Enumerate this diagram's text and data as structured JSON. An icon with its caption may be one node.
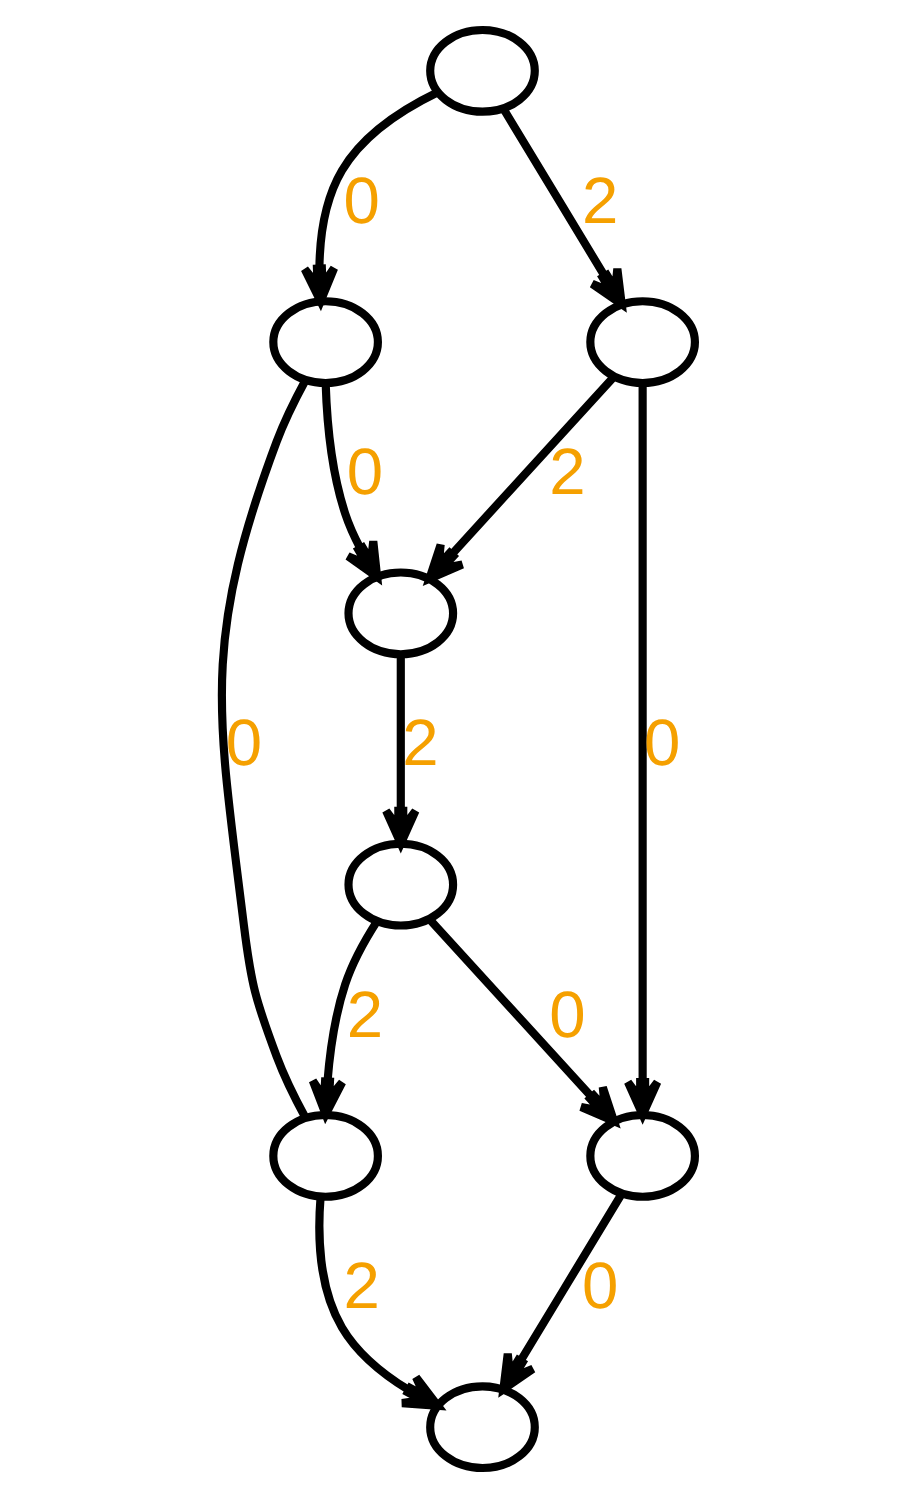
{
  "diagram": {
    "nodes": [
      {
        "text": [],
        "shape": "circle"
      },
      {
        "text": [],
        "shape": "circle"
      },
      {
        "text": [],
        "shape": "circle"
      },
      {
        "text": [],
        "shape": "circle"
      },
      {
        "text": [],
        "shape": "circle"
      },
      {
        "text": [],
        "shape": "circle"
      },
      {
        "text": [],
        "shape": "circle"
      },
      {
        "text": [],
        "shape": "circle"
      }
    ],
    "edges": [
      {
        "from": 0,
        "to": 1,
        "arrow": "to",
        "label": "0"
      },
      {
        "from": 0,
        "to": 2,
        "arrow": "to",
        "label": "2"
      },
      {
        "from": 1,
        "to": 3,
        "arrow": "to",
        "label": "0"
      },
      {
        "from": 2,
        "to": 3,
        "arrow": "to",
        "label": "2"
      },
      {
        "from": 1,
        "to": 5,
        "arrow": "none",
        "label": "0"
      },
      {
        "from": 2,
        "to": 6,
        "arrow": "to",
        "label": "0"
      },
      {
        "from": 3,
        "to": 4,
        "arrow": "to",
        "label": "2"
      },
      {
        "from": 4,
        "to": 5,
        "arrow": "to",
        "label": "2"
      },
      {
        "from": 4,
        "to": 6,
        "arrow": "to",
        "label": "0"
      },
      {
        "from": 5,
        "to": 7,
        "arrow": "to",
        "label": "2"
      },
      {
        "from": 6,
        "to": 7,
        "arrow": "to",
        "label": "0"
      }
    ]
  }
}
